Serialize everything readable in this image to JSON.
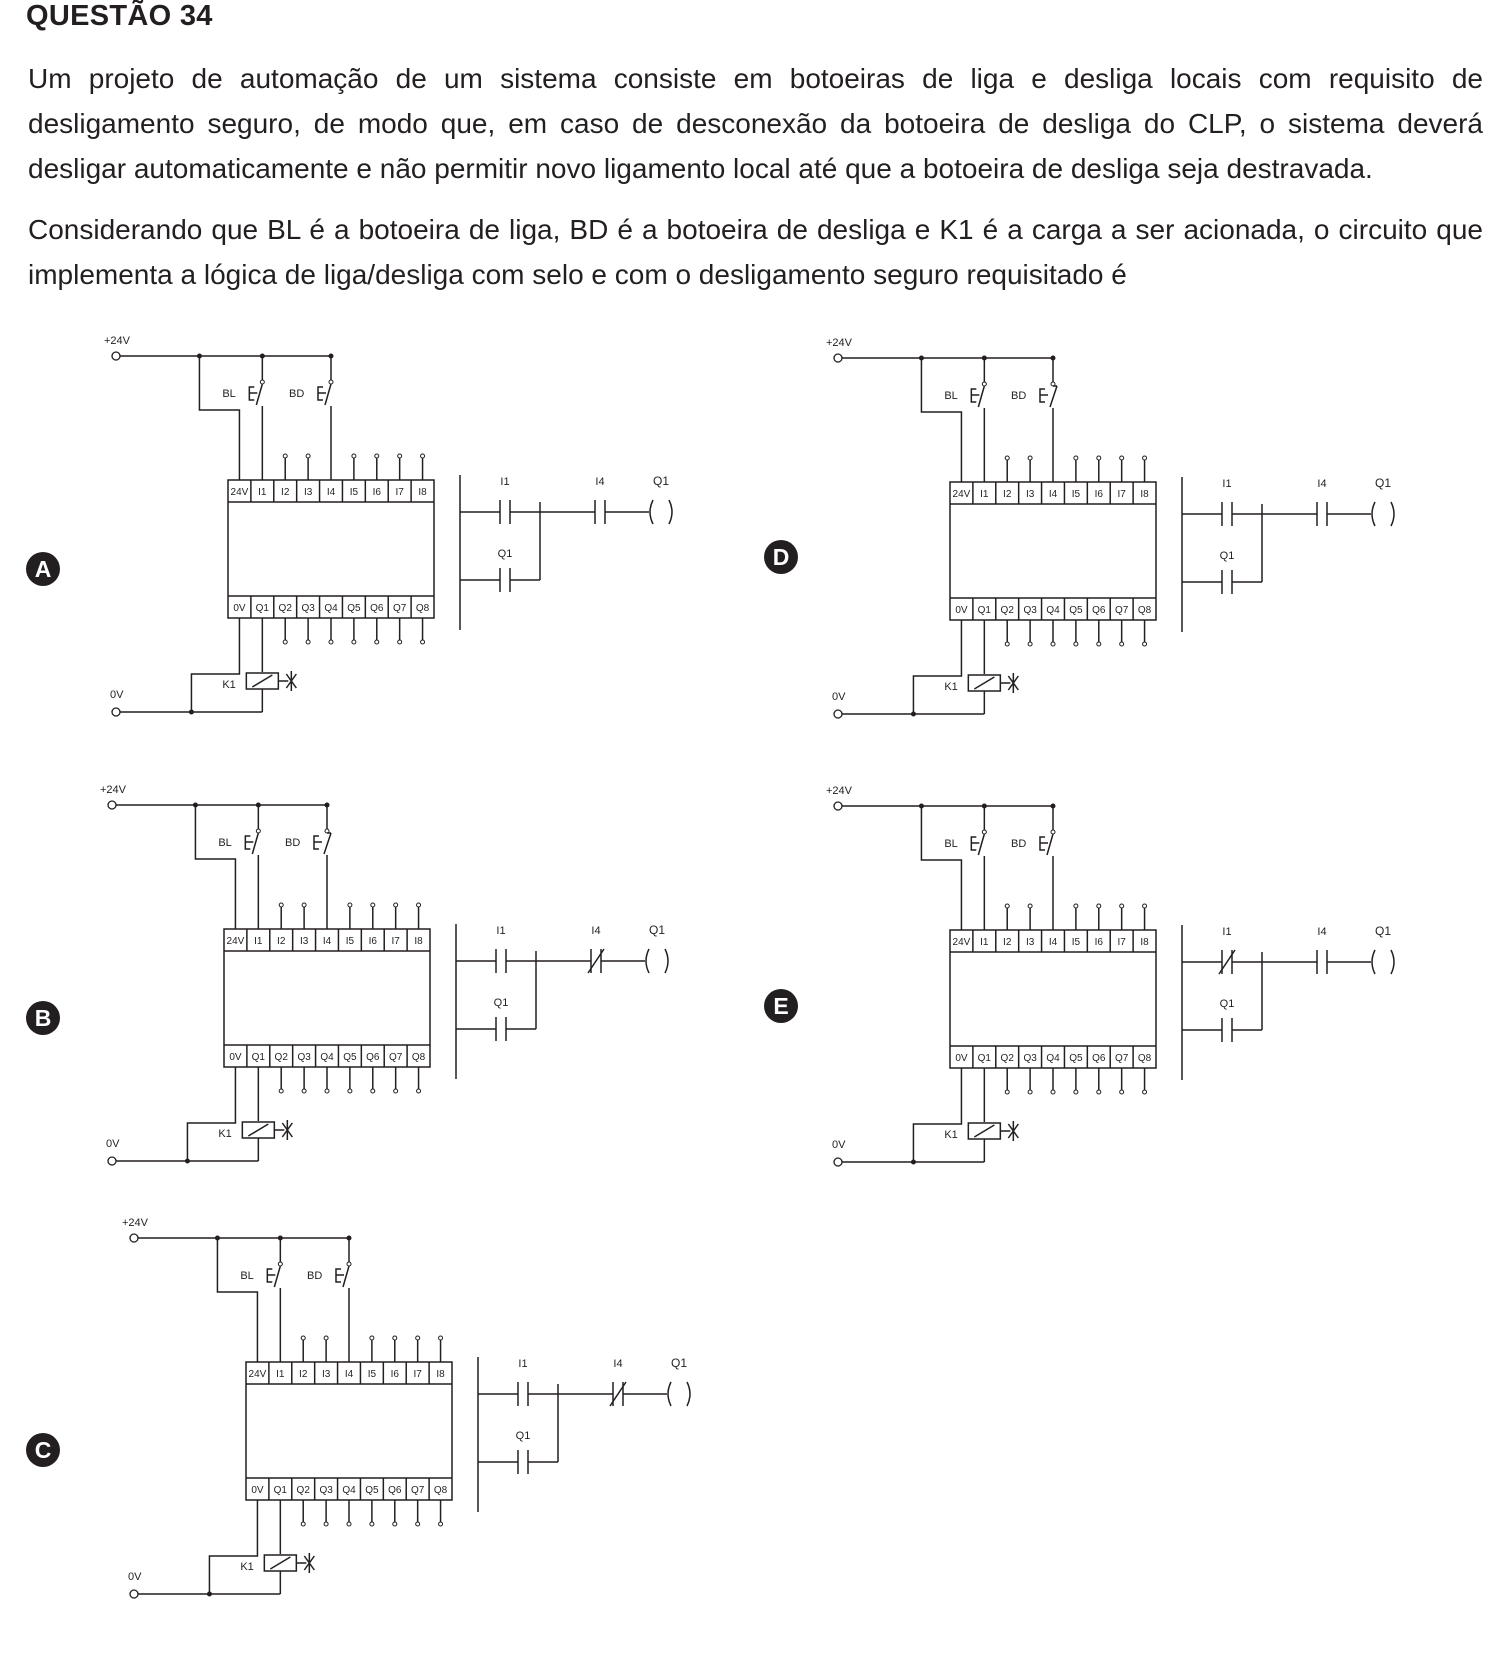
{
  "question": {
    "title": "QUESTÃO 34",
    "paragraph1": "Um projeto de automação de um sistema consiste em botoeiras de liga e desliga locais com requisito de desligamento seguro, de modo que, em caso de desconexão da botoeira de desliga do CLP, o sistema deverá desligar automaticamente e não permitir novo ligamento local até que a botoeira de desliga seja destravada.",
    "paragraph2": "Considerando que BL é a botoeira de liga, BD é a botoeira de desliga e K1 é a carga a ser acionada, o circuito que implementa a lógica de liga/desliga com selo e com o desligamento seguro requisitado é"
  },
  "wiring_labels": {
    "supply": "+24V",
    "ground": "0V",
    "start_button": "BL",
    "stop_button": "BD",
    "load": "K1",
    "input_terminals": [
      "24V",
      "I1",
      "I2",
      "I3",
      "I4",
      "I5",
      "I6",
      "I7",
      "I8"
    ],
    "output_terminals": [
      "0V",
      "Q1",
      "Q2",
      "Q3",
      "Q4",
      "Q5",
      "Q6",
      "Q7",
      "Q8"
    ]
  },
  "ladder_labels": {
    "start_input": "I1",
    "stop_input": "I4",
    "coil": "Q1",
    "seal_contact": "Q1"
  },
  "options": [
    {
      "letter": "A",
      "bd_contact": "NO",
      "i1_contact": "NO",
      "i4_contact": "NO"
    },
    {
      "letter": "B",
      "bd_contact": "NC",
      "i1_contact": "NO",
      "i4_contact": "NC"
    },
    {
      "letter": "C",
      "bd_contact": "NO",
      "i1_contact": "NO",
      "i4_contact": "NC"
    },
    {
      "letter": "D",
      "bd_contact": "NC",
      "i1_contact": "NO",
      "i4_contact": "NO"
    },
    {
      "letter": "E",
      "bd_contact": "NO",
      "i1_contact": "NC",
      "i4_contact": "NO"
    }
  ]
}
